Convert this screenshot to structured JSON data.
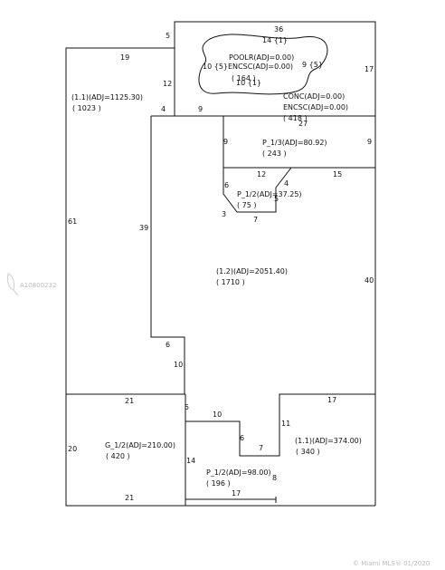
{
  "floorplan": {
    "dimensions": [
      "36",
      "5",
      "19",
      "12",
      "4",
      "9",
      "17",
      "27",
      "9",
      "9",
      "12",
      "15",
      "4",
      "6",
      "5",
      "3",
      "7",
      "39",
      "61",
      "40",
      "6",
      "10",
      "21",
      "17",
      "5",
      "10",
      "11",
      "6",
      "7",
      "20",
      "14",
      "8",
      "21",
      "17"
    ],
    "pool": {
      "top_dim": "14 {1}",
      "line1": "POOLR(ADJ=0.00)",
      "line2_left": "10 {5}",
      "line2": "ENCSC(ADJ=0.00)",
      "line2_right": "9 {5}",
      "bottom_dim": "10 {1}",
      "area": "( 164 )"
    },
    "areas": [
      {
        "label": "(1.1)(ADJ=1125.30)",
        "value": "( 1023 )"
      },
      {
        "label": "CONC(ADJ=0.00)",
        "value": "ENCSC(ADJ=0.00)",
        "extra": "( 418 )"
      },
      {
        "label": "P_1/3(ADJ=80.92)",
        "value": "( 243 )"
      },
      {
        "label": "P_1/2(ADJ=37.25)",
        "value": "( 75 )"
      },
      {
        "label": "(1.2)(ADJ=2051.40)",
        "value": "( 1710 )"
      },
      {
        "label": "G_1/2(ADJ=210.00)",
        "value": "( 420 )"
      },
      {
        "label": "(1.1)(ADJ=374.00)",
        "value": "( 340 )"
      },
      {
        "label": "P_1/2(ADJ=98.00)",
        "value": "( 196 )"
      }
    ]
  },
  "watermark": {
    "side_code": "A10800232",
    "footer": "© Miami MLS® 01/2020"
  }
}
